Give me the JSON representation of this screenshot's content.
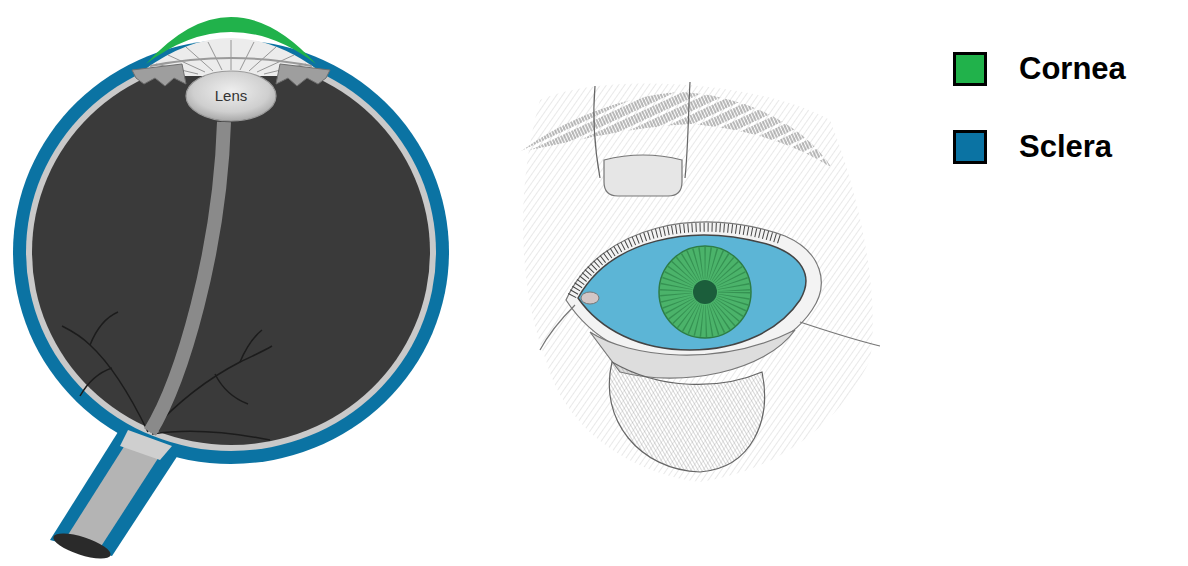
{
  "diagram": {
    "nodes": [
      {
        "text": [
          "Lens"
        ]
      }
    ],
    "legend": [
      {
        "text": "Cornea",
        "color": "#21b24b"
      },
      {
        "text": "Sclera",
        "color": "#0b73a3"
      }
    ]
  }
}
